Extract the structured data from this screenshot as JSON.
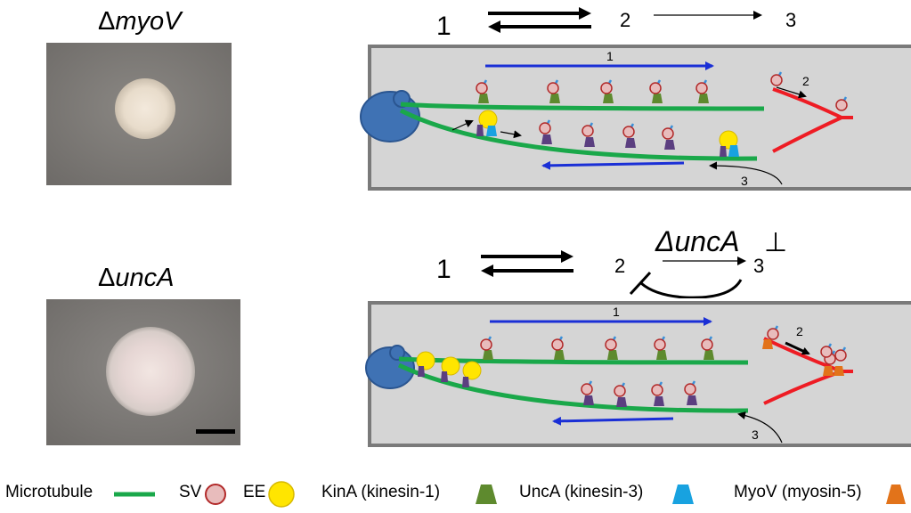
{
  "panels": [
    {
      "id": "myoV",
      "delta": "Δ",
      "gene": "myoV",
      "pathway": {
        "step1": "1",
        "step2": "2",
        "step3": "3"
      },
      "arrows": {
        "a1": "1",
        "a2": "2",
        "a3": "3"
      }
    },
    {
      "id": "uncA",
      "delta": "Δ",
      "gene": "uncA",
      "pathway": {
        "step1": "1",
        "step2": "2",
        "step3": "3",
        "block_label": "ΔuncA",
        "block_symbol": "⊥"
      },
      "arrows": {
        "a1": "1",
        "a2": "2",
        "a3": "3"
      }
    }
  ],
  "legend": {
    "microtubule": "Microtubule",
    "sv": "SV",
    "ee": "EE",
    "kina": "KinA (kinesin-1)",
    "unca": "UncA (kinesin-3)",
    "myov": "MyoV (myosin-5)"
  },
  "colors": {
    "microtubule": "#1aa84a",
    "actin": "#ee1c24",
    "transport_arrow": "#1a2fd6",
    "sv": "#e8bcbc",
    "ee": "#ffe500",
    "kina": "#5e8a2e",
    "unca": "#18a2e0",
    "myov": "#e2731a",
    "dynein": "#5b3f80",
    "nucleus": "#3f72b4",
    "hypha_fill": "#d5d5d5",
    "hypha_outline": "#7a7a7a"
  }
}
